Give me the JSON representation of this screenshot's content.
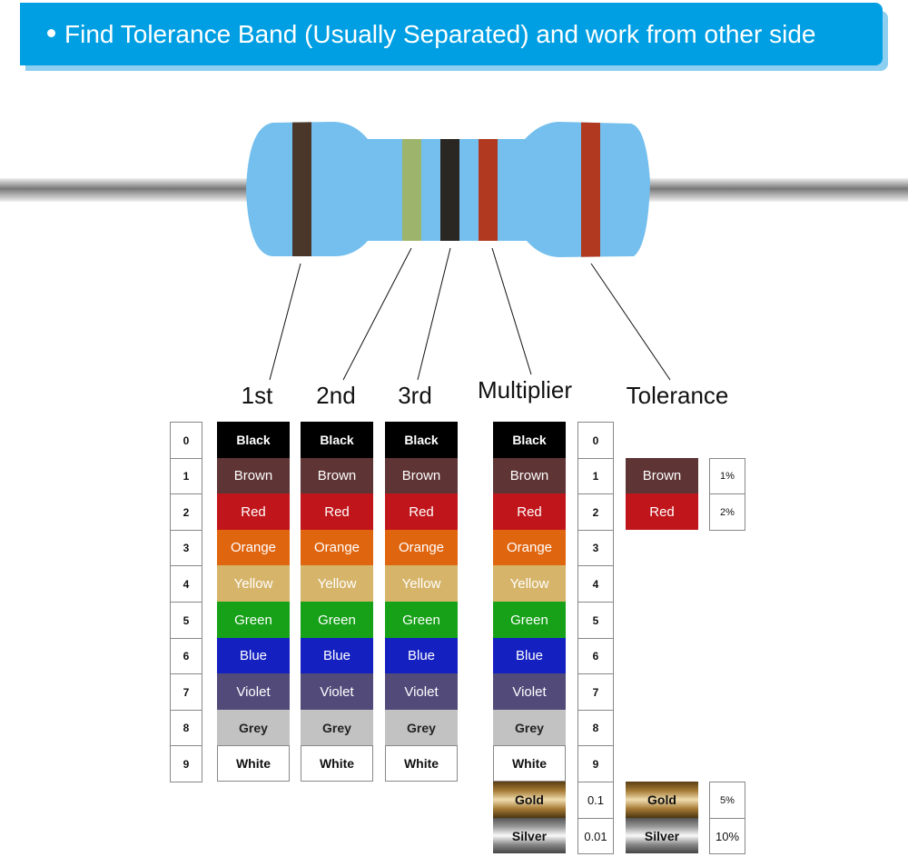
{
  "banner": {
    "text": "Find Tolerance Band (Usually Separated) and work from other side",
    "color": "#009fe3"
  },
  "labels": {
    "first": "1st",
    "second": "2nd",
    "third": "3rd",
    "multiplier": "Multiplier",
    "tolerance": "Tolerance"
  },
  "resistor_bands": [
    {
      "name": "brown",
      "color": "#4a372a"
    },
    {
      "name": "green",
      "color": "#9db46c"
    },
    {
      "name": "black",
      "color": "#2a2622"
    },
    {
      "name": "red",
      "color": "#b0391f"
    },
    {
      "name": "tolerance-red",
      "color": "#b0391f"
    }
  ],
  "digits": [
    "0",
    "1",
    "2",
    "3",
    "4",
    "5",
    "6",
    "7",
    "8",
    "9"
  ],
  "colors": [
    {
      "label": "Black",
      "bg": "#000000",
      "fg": "#ffffff"
    },
    {
      "label": "Brown",
      "bg": "#5e3434",
      "fg": "#ffffff"
    },
    {
      "label": "Red",
      "bg": "#c0161b",
      "fg": "#ffffff"
    },
    {
      "label": "Orange",
      "bg": "#e0650f",
      "fg": "#ffffff"
    },
    {
      "label": "Yellow",
      "bg": "#d6b46a",
      "fg": "#ffffff"
    },
    {
      "label": "Green",
      "bg": "#17a119",
      "fg": "#ffffff"
    },
    {
      "label": "Blue",
      "bg": "#1420c0",
      "fg": "#ffffff"
    },
    {
      "label": "Violet",
      "bg": "#524b7a",
      "fg": "#ffffff"
    },
    {
      "label": "Grey",
      "bg": "#c2c2c2",
      "fg": "#222222"
    },
    {
      "label": "White",
      "bg": "#ffffff",
      "fg": "#111111"
    }
  ],
  "multiplier_values": [
    "0",
    "1",
    "2",
    "3",
    "4",
    "5",
    "6",
    "7",
    "8",
    "9",
    "0.1",
    "0.01"
  ],
  "multiplier_extra": [
    {
      "label": "Gold",
      "value": "0.1"
    },
    {
      "label": "Silver",
      "value": "0.01"
    }
  ],
  "tolerance": [
    {
      "label": "Brown",
      "value": "1%",
      "bg": "#5e3434"
    },
    {
      "label": "Red",
      "value": "2%",
      "bg": "#c0161b"
    },
    {
      "label": "Gold",
      "value": "5%"
    },
    {
      "label": "Silver",
      "value": "10%"
    }
  ]
}
